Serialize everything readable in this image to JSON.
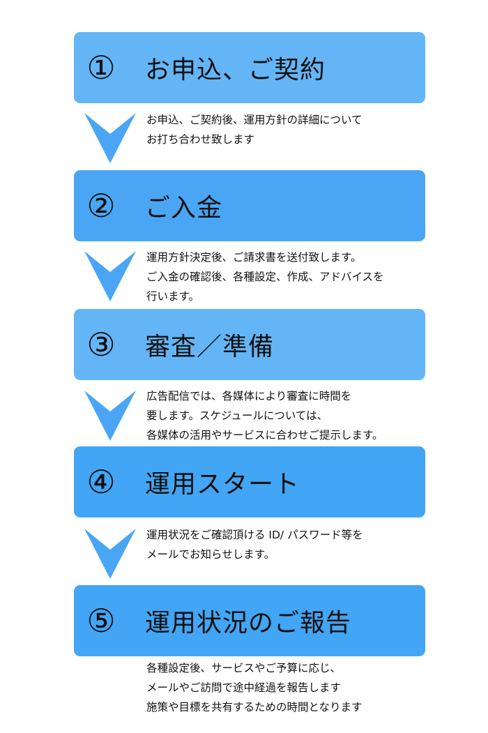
{
  "colors": {
    "box_light": "#64b5f6",
    "box_medium": "#4aa6f4",
    "box_dark": "#42a5f5",
    "arrow": "#4aa6f4",
    "text": "#111111"
  },
  "steps": [
    {
      "number": "①",
      "title": "お申込、ご契約",
      "description": [
        "お申込、ご契約後、運用方針の詳細について",
        "お打ち合わせ致します"
      ]
    },
    {
      "number": "②",
      "title": "ご入金",
      "description": [
        "運用方針決定後、ご請求書を送付致します。",
        "ご入金の確認後、各種設定、作成、アドバイスを",
        "行います。"
      ]
    },
    {
      "number": "③",
      "title": "審査／準備",
      "description": [
        "広告配信では、各媒体により審査に時間を",
        "要します。スケジュールについては、",
        "各媒体の活用やサービスに合わせご提示します。"
      ]
    },
    {
      "number": "④",
      "title": "運用スタート",
      "description": [
        "運用状況をご確認頂ける ID/ パスワード等を",
        "メールでお知らせします。"
      ]
    },
    {
      "number": "⑤",
      "title": "運用状況のご報告",
      "description": [
        "各種設定後、サービスやご予算に応じ、",
        "メールやご訪問で途中経過を報告します",
        "施策や目標を共有するための時間となります"
      ]
    }
  ],
  "icons": {
    "arrow": "chevron-down-arrow"
  }
}
